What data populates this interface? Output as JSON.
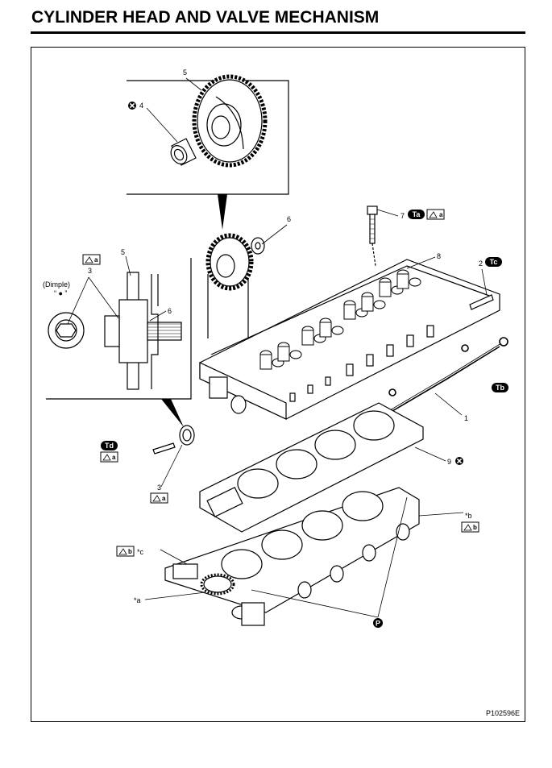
{
  "title": "CYLINDER HEAD AND VALVE MECHANISM",
  "figure_id": "P102596E",
  "inset_label": "(Dimple)",
  "parts": {
    "p1": "1",
    "p2": "2",
    "p3a": "3",
    "p3b": "3",
    "p4": "4",
    "p5a": "5",
    "p5b": "5",
    "p6a": "6",
    "p6b": "6",
    "p7": "7",
    "p8": "8",
    "p9": "9"
  },
  "refs": {
    "a": "*a",
    "b": "*b",
    "c": "*c"
  },
  "badges": {
    "Ta": "Ta",
    "Tb": "Tb",
    "Tc": "Tc",
    "Td": "Td",
    "Aa": "a",
    "Ab": "b",
    "P": "P"
  }
}
